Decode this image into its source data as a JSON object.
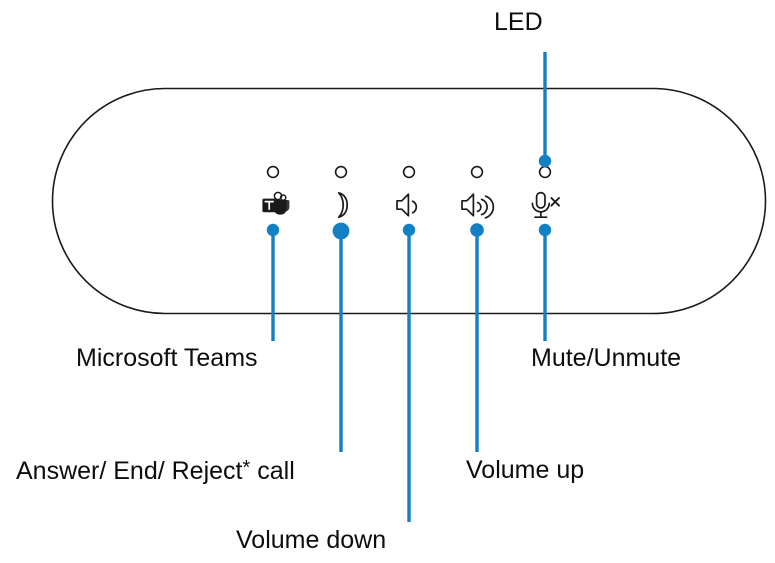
{
  "device": {
    "name": "speakerphone-top-panel",
    "outline_color": "#1a1a1a",
    "body_fill": "#ffffff"
  },
  "colors": {
    "accent_blue": "#1380c4",
    "text": "#0d0d0d",
    "outline": "#1a1a1a"
  },
  "callouts": {
    "led": "LED",
    "teams": "Microsoft Teams",
    "answer": "Answer/ End/ Reject",
    "answer_footnote": "*",
    "answer_suffix": " call",
    "volume_down": "Volume down",
    "volume_up": "Volume up",
    "mute": "Mute/Unmute"
  },
  "controls": [
    {
      "key": "teams",
      "icon": "microsoft-teams-icon",
      "label": "Microsoft Teams",
      "led": "indicator-led"
    },
    {
      "key": "call",
      "icon": "phone-handset-icon",
      "label": "Answer/ End/ Reject* call",
      "led": "indicator-led"
    },
    {
      "key": "volume-down",
      "icon": "speaker-low-icon",
      "label": "Volume down",
      "led": "indicator-led"
    },
    {
      "key": "volume-up",
      "icon": "speaker-high-icon",
      "label": "Volume up",
      "led": "indicator-led"
    },
    {
      "key": "mute",
      "icon": "microphone-mute-icon",
      "label": "Mute/Unmute",
      "led": "indicator-led"
    }
  ]
}
